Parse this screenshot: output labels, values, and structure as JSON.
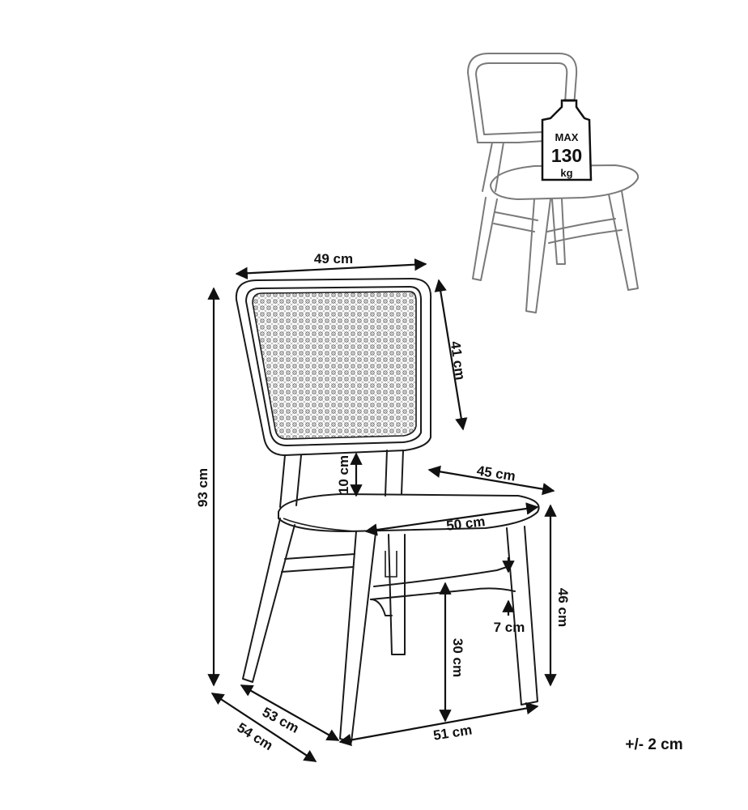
{
  "dimensions": {
    "backrest_width": "49 cm",
    "backrest_height": "41 cm",
    "total_height": "93 cm",
    "gap_seat_backrest": "10 cm",
    "seat_depth": "45 cm",
    "seat_width": "50 cm",
    "seat_height": "46 cm",
    "stretcher_gap": "7 cm",
    "stretcher_height": "30 cm",
    "leg_width_front": "51 cm",
    "leg_depth_inner": "53 cm",
    "leg_depth_outer": "54 cm"
  },
  "max_load": {
    "line1": "MAX",
    "line2": "130",
    "line3": "kg"
  },
  "tolerance": "+/- 2 cm",
  "colors": {
    "line": "#1a1a1a",
    "ghost": "#7a7a7a",
    "background": "#ffffff"
  }
}
